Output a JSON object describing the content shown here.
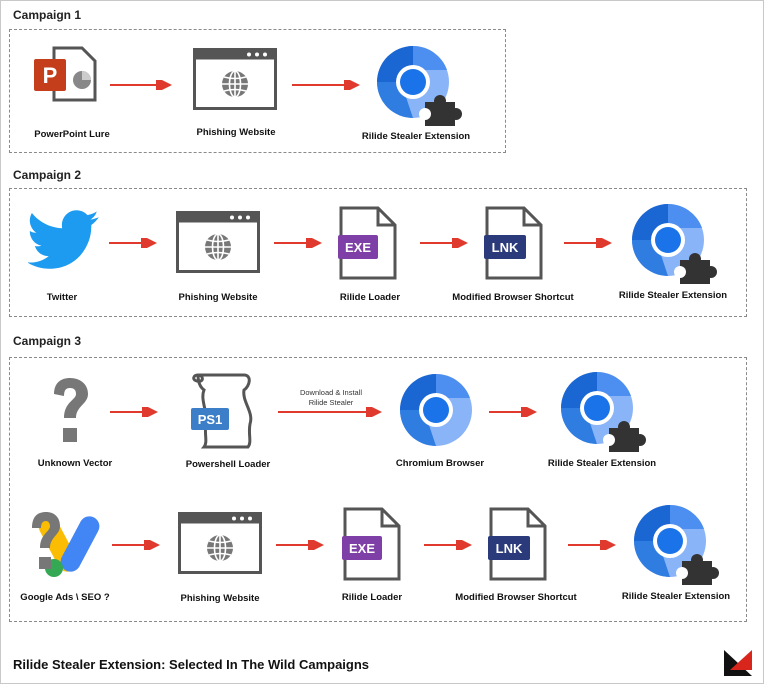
{
  "campaigns": [
    {
      "title": "Campaign 1",
      "labels": [
        "PowerPoint Lure",
        "Phishing Website",
        "Rilide Stealer Extension"
      ]
    },
    {
      "title": "Campaign 2",
      "labels": [
        "Twitter",
        "Phishing Website",
        "Rilide Loader",
        "Modified Browser Shortcut",
        "Rilide Stealer Extension"
      ]
    },
    {
      "title": "Campaign 3",
      "row1_labels": [
        "Unknown Vector",
        "Powershell Loader",
        "Chromium Browser",
        "Rilide Stealer Extension"
      ],
      "row1_note_line1": "Download & Install",
      "row1_note_line2": "Rilide Stealer",
      "row2_labels": [
        "Google Ads \\ SEO ?",
        "Phishing Website",
        "Rilide Loader",
        "Modified Browser Shortcut",
        "Rilide Stealer Extension"
      ]
    }
  ],
  "file_badges": {
    "exe": "EXE",
    "lnk": "LNK",
    "ps1": "PS1",
    "ppt": "P"
  },
  "footer_title": "Rilide Stealer Extension: Selected In The Wild Campaigns",
  "colors": {
    "arrow": "#e03a2e",
    "chrome_blue": "#2f7de1",
    "ppt_red": "#c43e1c",
    "exe_purple": "#7e3fa6",
    "lnk_navy": "#2a3a7a",
    "ps1_blue": "#3d7ec9",
    "twitter_blue": "#1d9bf0"
  },
  "icons": [
    "powerpoint-icon",
    "browser-window-icon",
    "chrome-extension-icon",
    "twitter-icon",
    "exe-file-icon",
    "lnk-file-icon",
    "question-mark-icon",
    "powershell-script-icon",
    "chromium-icon",
    "google-ads-icon",
    "company-logo-icon"
  ]
}
